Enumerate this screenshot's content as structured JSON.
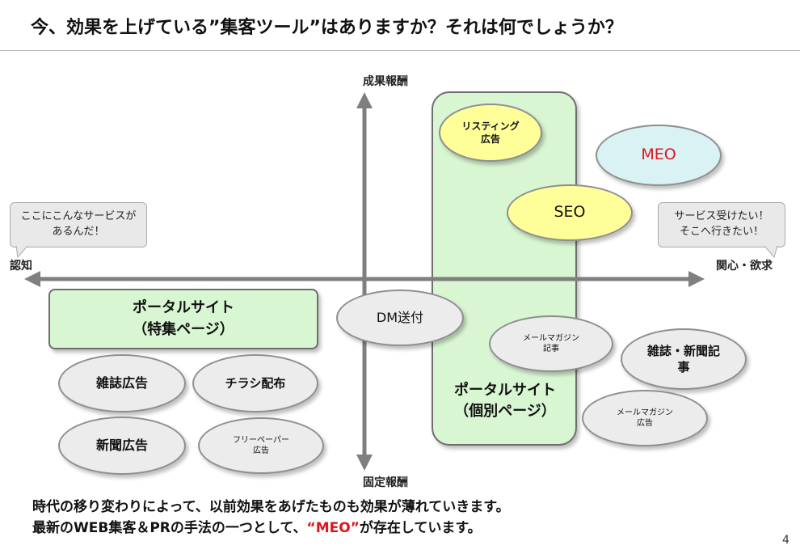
{
  "title": "今、効果を上げている”集客ツール”はありますか？それは何でしょうか？",
  "axes": {
    "top": "成果報酬",
    "bottom": "固定報酬",
    "left": "認知",
    "right": "関心・欲求"
  },
  "bubbles": {
    "left": "ここにこんなサービスが\nあるんだ！",
    "right": "サービス受けたい！\nそこへ行きたい！"
  },
  "boxes": {
    "portal_feature": "ポータルサイト\n（特集ページ）",
    "portal_individual": "ポータルサイト\n（個別ページ）"
  },
  "nodes": {
    "listing": "リスティング\n広告",
    "meo": "MEO",
    "seo": "SEO",
    "dm": "DM送付",
    "mail_article": "メールマガジン\n記事",
    "magazine_news_article": "雑誌・新聞記\n事",
    "mail_ad": "メールマガジン\n広告",
    "magazine_ad": "雑誌広告",
    "flyer": "チラシ配布",
    "newspaper_ad": "新聞広告",
    "free_paper_ad": "フリーペーパー\n広告"
  },
  "footer": {
    "line1": "時代の移り変わりによって、以前効果をあげたものも効果が薄れていきます。",
    "line2_pre": "最新のWEB集客＆PRの手法の一つとして、",
    "line2_highlight": "“MEO”",
    "line2_post": "が存在しています。"
  },
  "page_number": "4",
  "colors": {
    "highlight": "#e0141e",
    "green_box": "#d9f6d3",
    "yellow": "#ffff9a",
    "light_blue": "#d9f2f4",
    "grey": "#ececec",
    "axis": "#7f7f7f"
  }
}
